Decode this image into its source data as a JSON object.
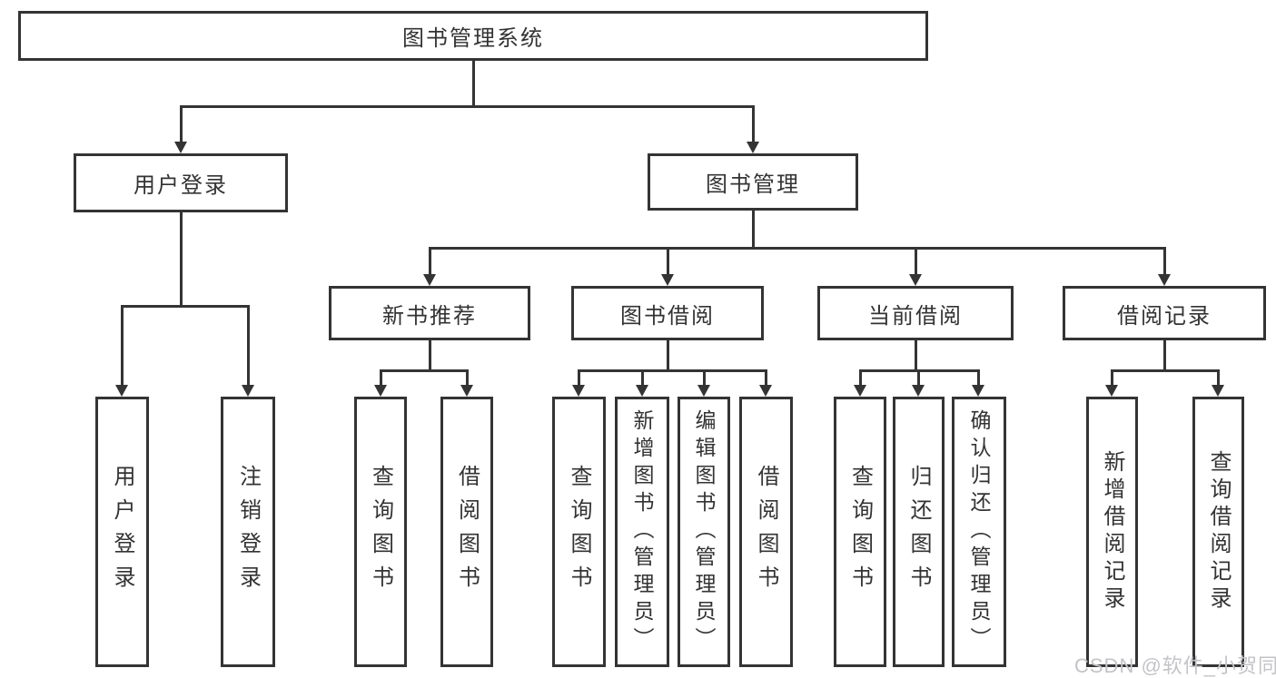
{
  "diagram": {
    "root": {
      "label": "图书管理系统"
    },
    "level2": [
      {
        "label": "用户登录"
      },
      {
        "label": "图书管理"
      }
    ],
    "level3": [
      {
        "label": "新书推荐"
      },
      {
        "label": "图书借阅"
      },
      {
        "label": "当前借阅"
      },
      {
        "label": "借阅记录"
      }
    ],
    "leaves": [
      {
        "label": "用户登录"
      },
      {
        "label": "注销登录"
      },
      {
        "label": "查询图书"
      },
      {
        "label": "借阅图书"
      },
      {
        "label": "查询图书"
      },
      {
        "label": "新增图书（管理员）"
      },
      {
        "label": "编辑图书（管理员）"
      },
      {
        "label": "借阅图书"
      },
      {
        "label": "查询图书"
      },
      {
        "label": "归还图书"
      },
      {
        "label": "确认归还（管理员）"
      },
      {
        "label": "新增借阅记录"
      },
      {
        "label": "查询借阅记录"
      }
    ],
    "watermark": "CSDN @软件_小贺同学",
    "colors": {
      "line": "#343434",
      "text": "#333333",
      "background": "#ffffff",
      "watermark": "#c4c4c8"
    }
  }
}
